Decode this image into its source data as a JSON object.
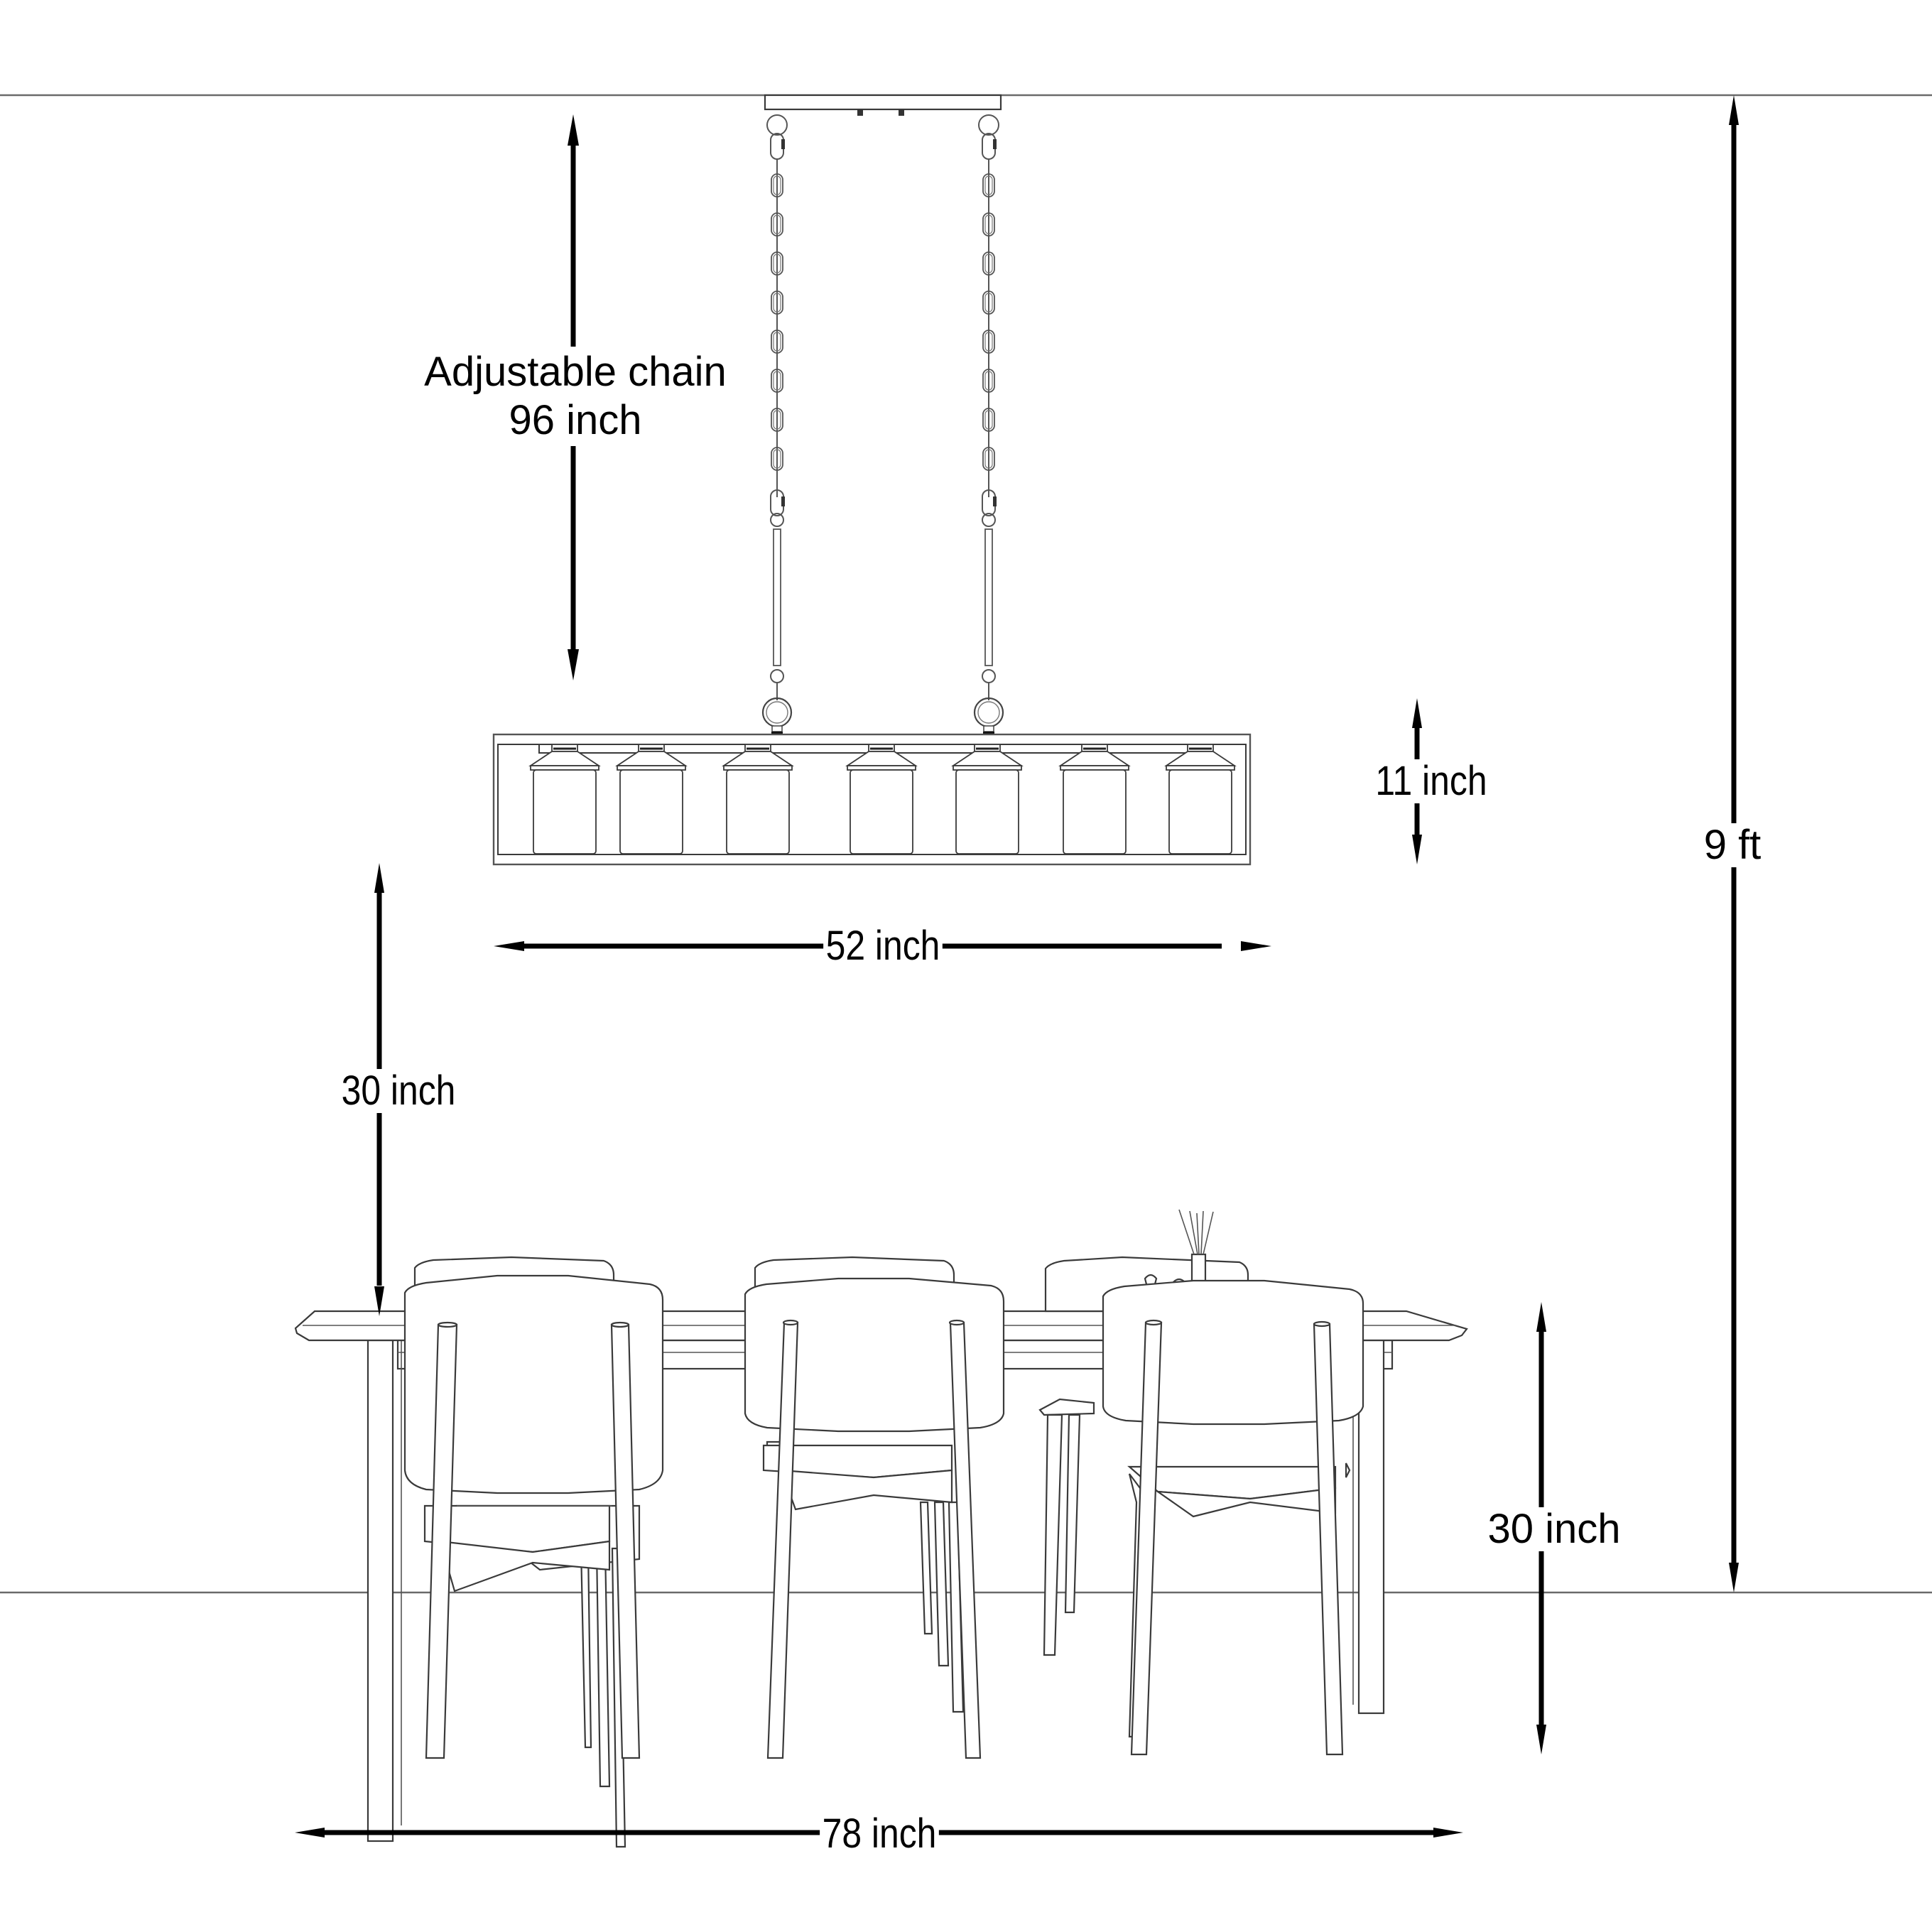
{
  "diagram": {
    "title": "Linear chandelier dining room installation dimensions",
    "colors": {
      "line": "#3a3a3a",
      "dimension": "#000000",
      "background": "#ffffff"
    },
    "labels": {
      "chain_line1": "Adjustable chain",
      "chain_line2": "96 inch",
      "fixture_height": "11 inch",
      "fixture_width": "52 inch",
      "clearance": "30 inch",
      "ceiling_height": "9 ft",
      "table_height": "30 inch",
      "table_length": "78 inch"
    },
    "fixture": {
      "lights": 7,
      "shade_shape": "cylinder"
    },
    "furniture": {
      "chairs_front": 3,
      "chairs_back": 3,
      "table": "dining-table",
      "centerpiece": "vase-with-reeds"
    }
  }
}
